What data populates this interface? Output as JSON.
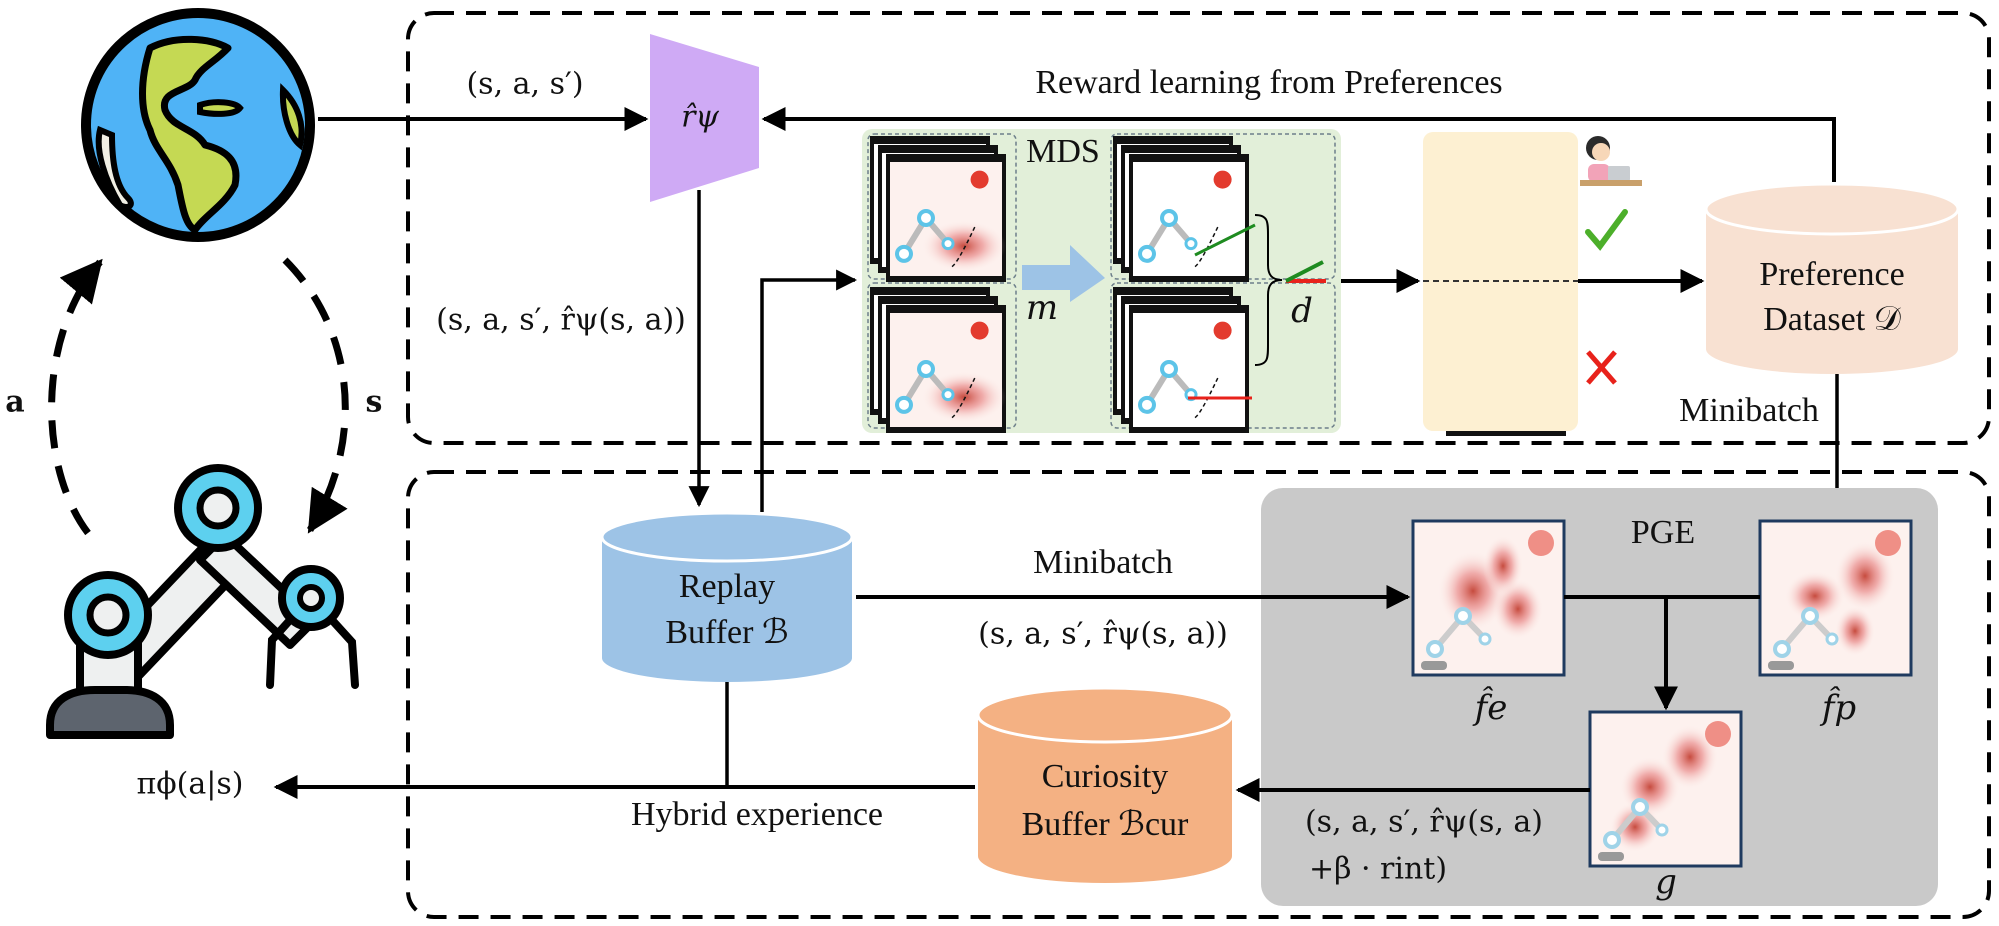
{
  "diagram": {
    "environment": {
      "icon": "globe-icon"
    },
    "agent": {
      "icon": "robot-arm-icon"
    },
    "cycle_labels": {
      "action": "a",
      "state": "s"
    },
    "top_section": {
      "title": "Reward learning from Preferences",
      "input_tuple": "(s, a, s′)",
      "reward_model": "r̂ψ",
      "labeled_tuple": "(s, a, s′, r̂ψ(s, a))",
      "mds": {
        "label": "MDS",
        "transform_label": "m",
        "distance_label": "d"
      },
      "preference_panel": {
        "chosen_icon": "check-icon",
        "rejected_icon": "cross-icon",
        "annotator_icon": "human-annotator-icon"
      },
      "preference_dataset": {
        "line1": "Preference",
        "line2": "Dataset 𝒟"
      },
      "minibatch_label": "Minibatch"
    },
    "bottom_section": {
      "replay_buffer": {
        "line1": "Replay",
        "line2": "Buffer ℬ"
      },
      "minibatch_label": "Minibatch",
      "minibatch_tuple": "(s, a, s′, r̂ψ(s, a))",
      "pge": {
        "label": "PGE",
        "f_e": "f̂e",
        "f_p": "f̂p",
        "g": "g"
      },
      "curiosity_buffer": {
        "line1": "Curiosity",
        "line2": "Buffer ℬcur"
      },
      "curiosity_tuple_line1": "(s, a, s′, r̂ψ(s, a)",
      "curiosity_tuple_line2": "+β · rint)",
      "hybrid_label": "Hybrid experience",
      "policy": "πϕ(a|s)"
    },
    "colors": {
      "reward_model": "#cfaaf5",
      "mds_panel": "#e2efd9",
      "preference_panel": "#fdf0d2",
      "preference_dataset": "#f8e1d2",
      "replay_buffer": "#9dc3e6",
      "curiosity_buffer": "#f4b183",
      "pge_panel": "#c9c9c9",
      "arrow_blue": "#9dc3e6"
    }
  }
}
